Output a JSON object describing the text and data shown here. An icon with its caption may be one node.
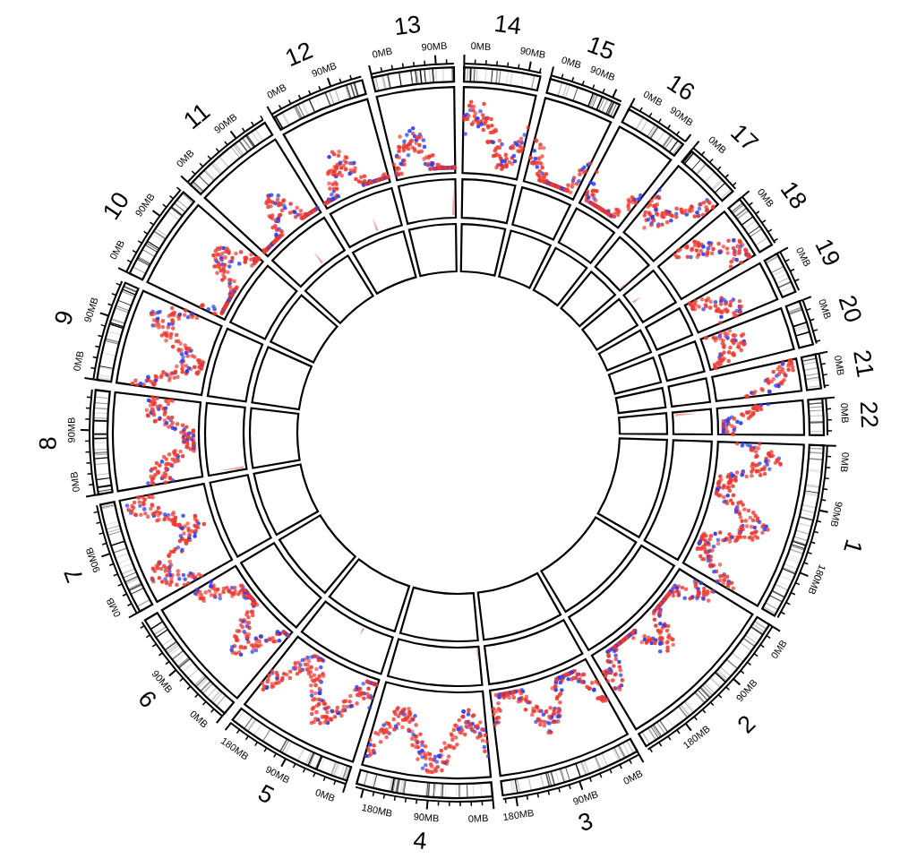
{
  "diagram": {
    "labels": [
      "1",
      "0MB",
      "90MB",
      "180MB",
      "2",
      "0MB",
      "90MB",
      "180MB",
      "3",
      "0MB",
      "90MB",
      "180MB",
      "4",
      "0MB",
      "90MB",
      "180MB",
      "5",
      "0MB",
      "90MB",
      "180MB",
      "6",
      "0MB",
      "90MB",
      "7",
      "0MB",
      "90MB",
      "8",
      "0MB",
      "90MB",
      "9",
      "0MB",
      "90MB",
      "10",
      "0MB",
      "90MB",
      "11",
      "0MB",
      "90MB",
      "12",
      "0MB",
      "90MB",
      "13",
      "0MB",
      "90MB",
      "14",
      "0MB",
      "90MB",
      "15",
      "0MB",
      "90MB",
      "16",
      "0MB",
      "90MB",
      "17",
      "0MB",
      "18",
      "0MB",
      "19",
      "0MB",
      "20",
      "0MB",
      "21",
      "0MB",
      "22",
      "0MB"
    ]
  }
}
